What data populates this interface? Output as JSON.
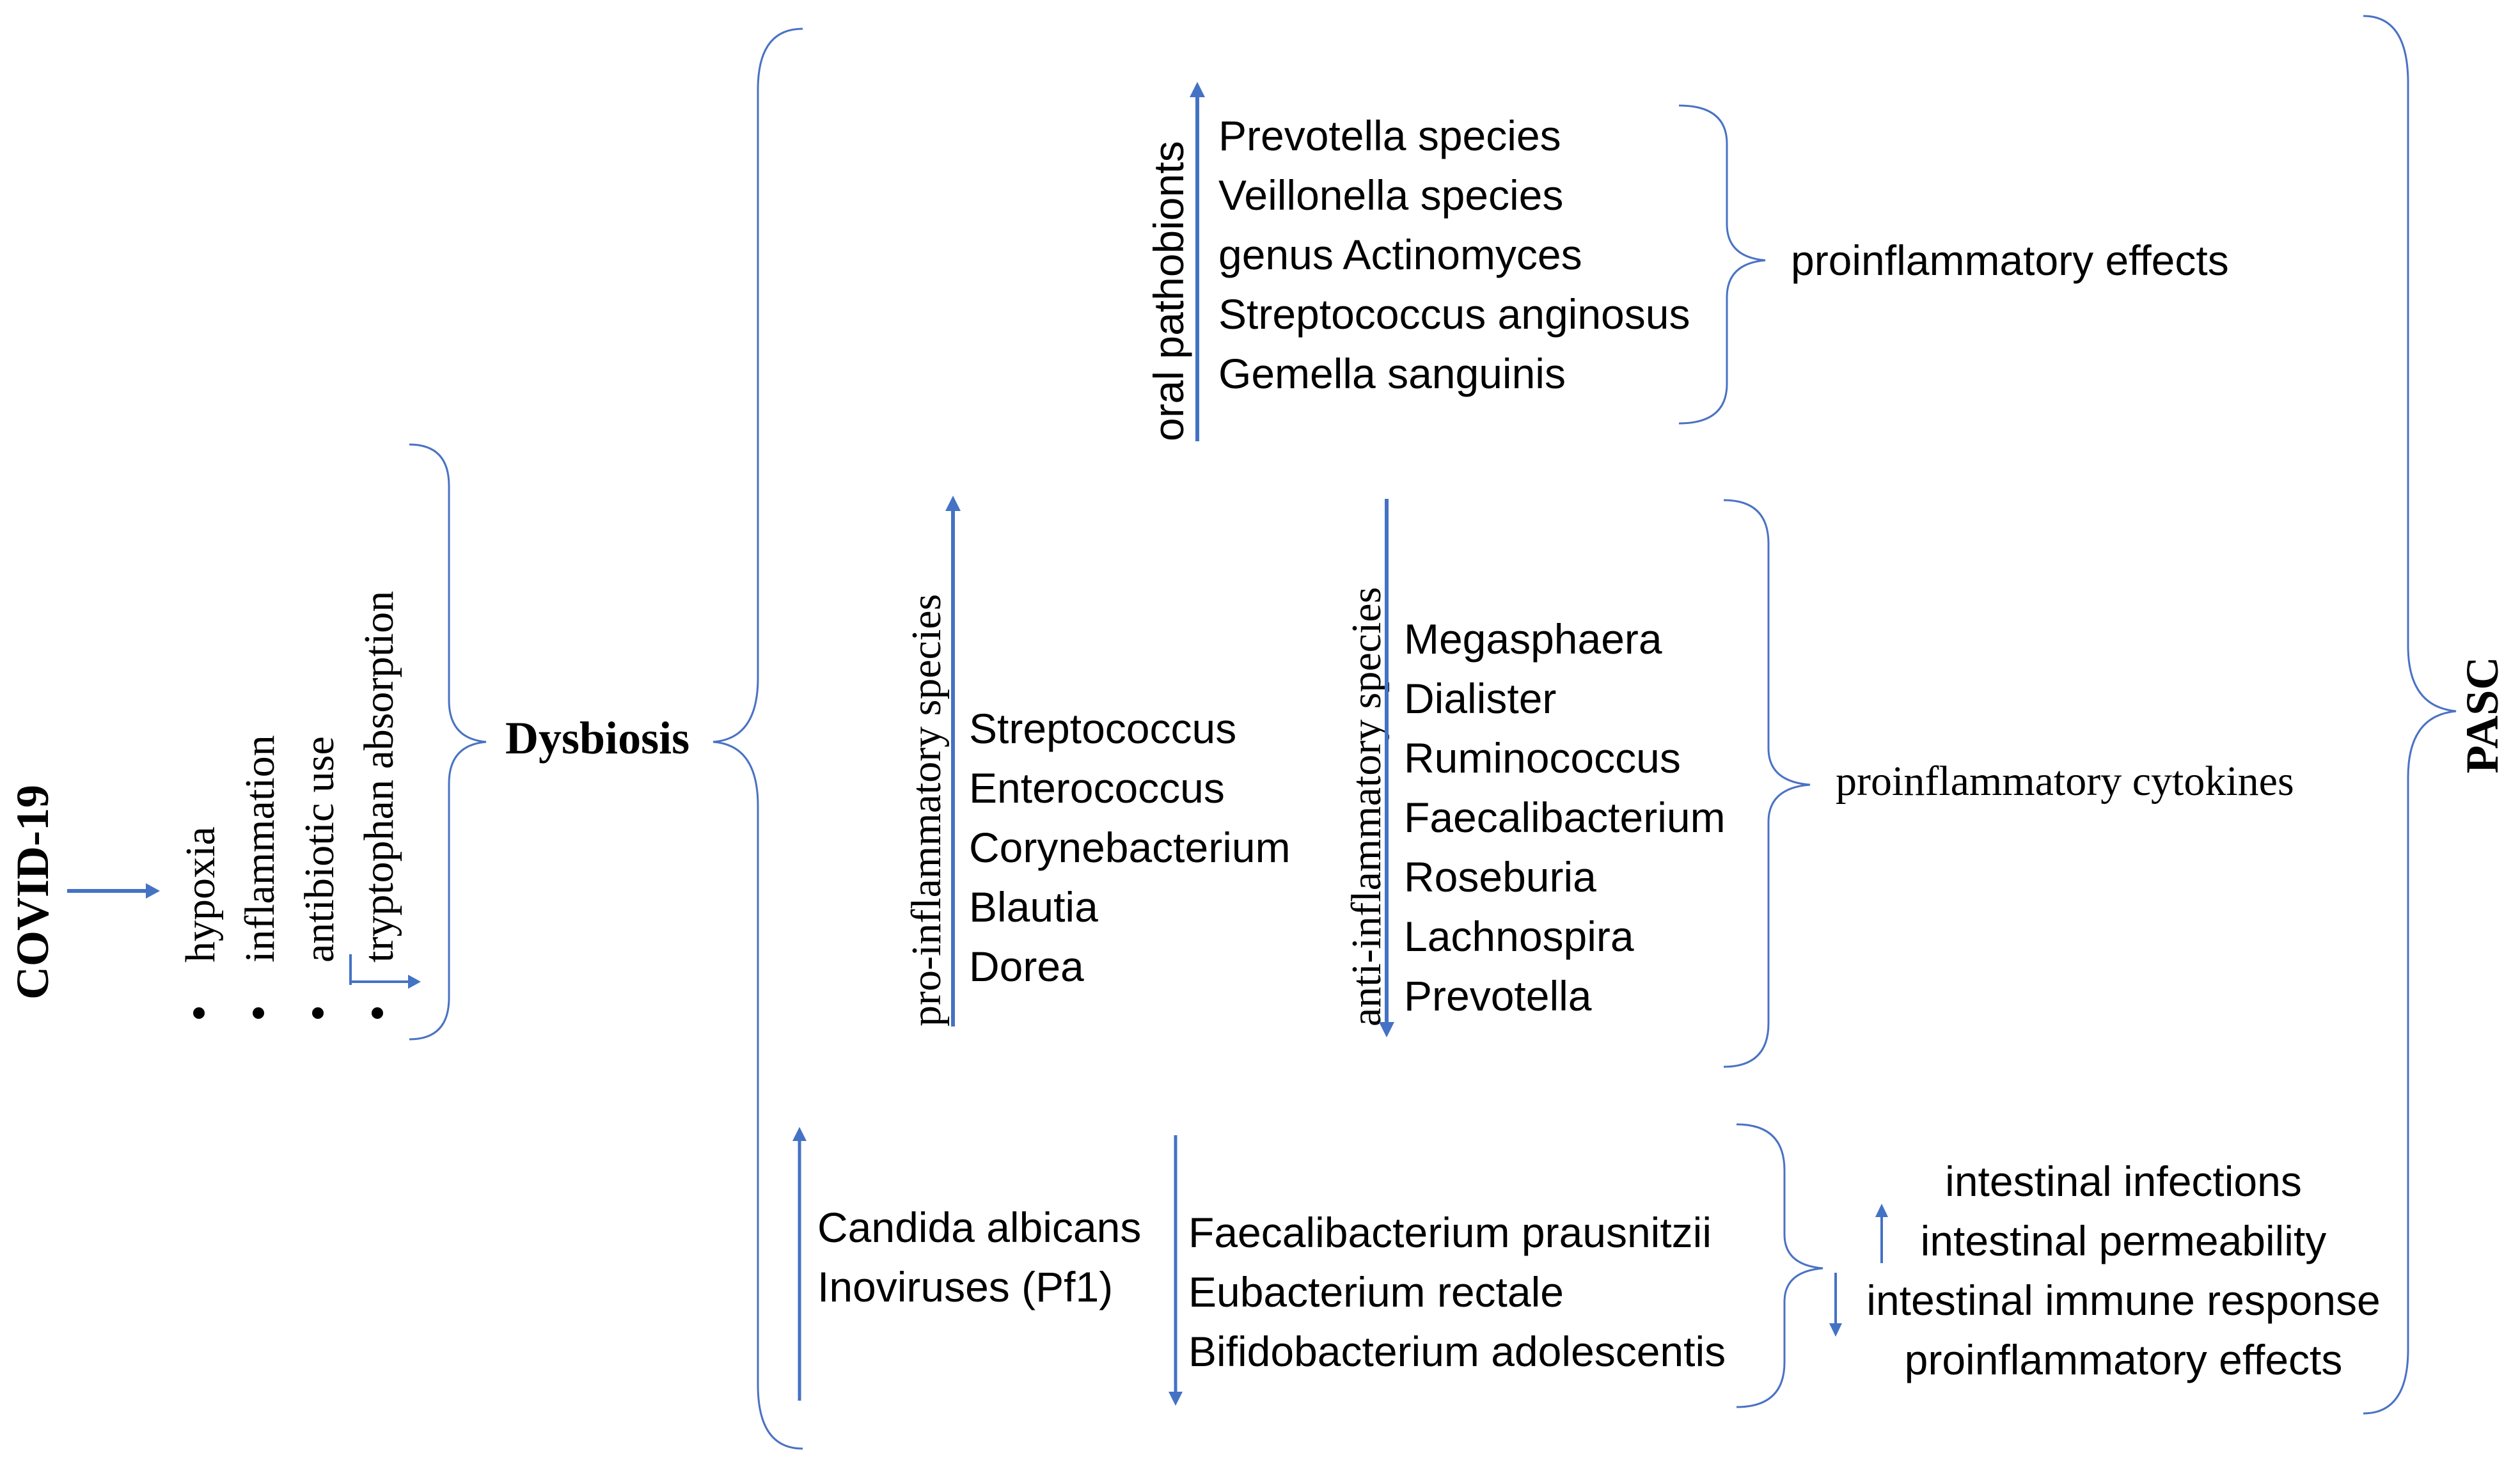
{
  "covid": "COVID-19",
  "causes": [
    "hypoxia",
    "inflammation",
    "antibiotic use",
    "tryptophan absorption"
  ],
  "dysbiosis": "Dysbiosis",
  "pasc": "PASC",
  "oral": {
    "label": "oral pathobionts",
    "species": [
      "Prevotella species",
      "Veillonella species",
      "genus Actinomyces",
      "Streptococcus anginosus",
      "Gemella sanguinis"
    ],
    "effect": "proinflammatory effects"
  },
  "pro_inflammatory": {
    "label": "pro-inflammatory species",
    "species": [
      "Streptococcus",
      "Enterococcus",
      "Corynebacterium",
      "Blautia",
      "Dorea"
    ]
  },
  "anti_inflammatory": {
    "label": "anti-inflammatory species",
    "species": [
      "Megasphaera",
      "Dialister",
      "Ruminococcus",
      "Faecalibacterium",
      "Roseburia",
      "Lachnospira",
      "Prevotella"
    ]
  },
  "cytokines": "proinflammatory cytokines",
  "increased": [
    "Candida albicans",
    "Inoviruses (Pf1)"
  ],
  "decreased": [
    "Faecalibacterium prausnitzii",
    "Eubacterium rectale",
    "Bifidobacterium adolescentis"
  ],
  "intestinal_effects": [
    "intestinal infections",
    "intestinal permeability",
    "intestinal immune response",
    "proinflammatory effects"
  ],
  "colors": {
    "arrow": "#4472c4",
    "brace": "#4a72c4"
  }
}
